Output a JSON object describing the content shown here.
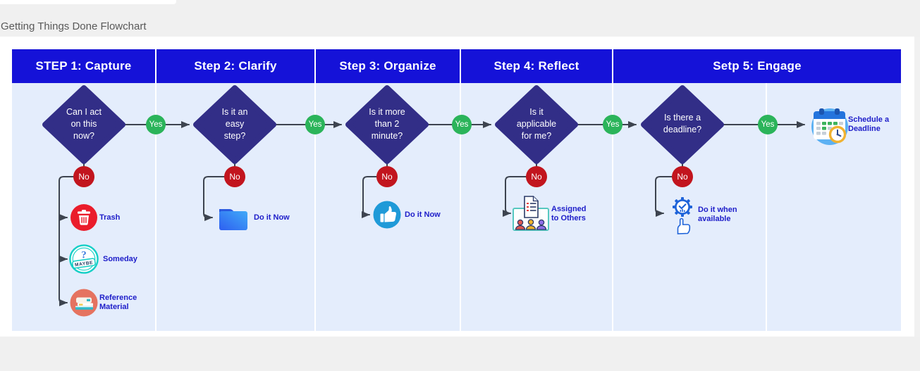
{
  "page": {
    "title": "Getting Things Done Flowchart"
  },
  "colors": {
    "header_blue": "#1512d8",
    "canvas_bg": "#e4edfc",
    "diamond_fill": "#322e87",
    "yes_green": "#2bb45a",
    "no_red": "#c2151e",
    "label_blue": "#1d1dc9",
    "connector_gray": "#3d444f",
    "trash_red": "#ea1c2b",
    "stamp_teal": "#15cfc6",
    "books_coral": "#e57360",
    "folder_blue": "#2f7bf5",
    "thumb_blue": "#1f9ad8",
    "frame_teal": "#56c8c0",
    "gear_blue": "#1e63d9",
    "calendar_blue": "#2474dd",
    "clock_gold": "#f0b231"
  },
  "steps": [
    {
      "header": "STEP 1: Capture"
    },
    {
      "header": "Step 2: Clarify"
    },
    {
      "header": "Step 3: Organize"
    },
    {
      "header": "Step 4: Reflect"
    },
    {
      "header": "Setp 5: Engage"
    }
  ],
  "decisions": [
    {
      "lines": [
        "Can I act",
        "on this",
        "now?"
      ],
      "yes": "Yes",
      "no": "No"
    },
    {
      "lines": [
        "Is it an",
        "easy",
        "step?"
      ],
      "yes": "Yes",
      "no": "No"
    },
    {
      "lines": [
        "Is it more",
        "than 2",
        "minute?"
      ],
      "yes": "Yes",
      "no": "No"
    },
    {
      "lines": [
        "Is it",
        "applicable",
        "for me?"
      ],
      "yes": "Yes",
      "no": "No"
    },
    {
      "lines": [
        "Is there a",
        "deadline?"
      ],
      "yes": "Yes",
      "no": "No"
    }
  ],
  "outcomes": [
    {
      "icon": "trash-icon",
      "lines": [
        "Trash"
      ]
    },
    {
      "icon": "maybe-stamp-icon",
      "lines": [
        "Someday"
      ]
    },
    {
      "icon": "reference-books-icon",
      "lines": [
        "Reference",
        "Material"
      ]
    },
    {
      "icon": "folder-icon",
      "lines": [
        "Do it Now"
      ]
    },
    {
      "icon": "thumbs-up-icon",
      "lines": [
        "Do it Now"
      ]
    },
    {
      "icon": "document-people-icon",
      "lines": [
        "Assigned",
        "to Others"
      ]
    },
    {
      "icon": "gear-hand-icon",
      "lines": [
        "Do it when",
        "available"
      ]
    },
    {
      "icon": "calendar-clock-icon",
      "lines": [
        "Schedule a",
        "Deadline"
      ]
    }
  ],
  "stamp": {
    "question": "?",
    "maybe": "MAYBE"
  }
}
